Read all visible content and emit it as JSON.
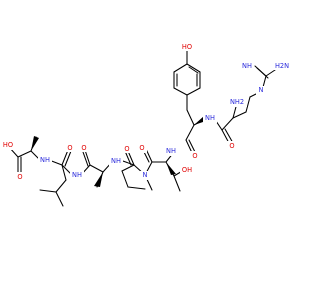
{
  "labels": {
    "ho_tyr": "HO",
    "nh_guan": "NH",
    "h2n_guan": "H2N",
    "n_guan": "N",
    "h_guan": "H",
    "nh2_arg": "NH2",
    "o_arg": "O",
    "nh_tyr": "NH",
    "o_tyr": "O",
    "nh_thr": "NH",
    "oh_thr": "OH",
    "h_thr": "H",
    "o_thr": "O",
    "n_pro": "N",
    "o_pro": "O",
    "nh_ala2": "NH",
    "o_ala2": "O",
    "nh_leu": "NH",
    "o_leu": "O",
    "nh_ala1": "NH",
    "oh_acid": "HO",
    "o_acid": "O"
  },
  "colors": {
    "carbon": "#000000",
    "oxygen": "#e00000",
    "nitrogen": "#2a2adc"
  }
}
